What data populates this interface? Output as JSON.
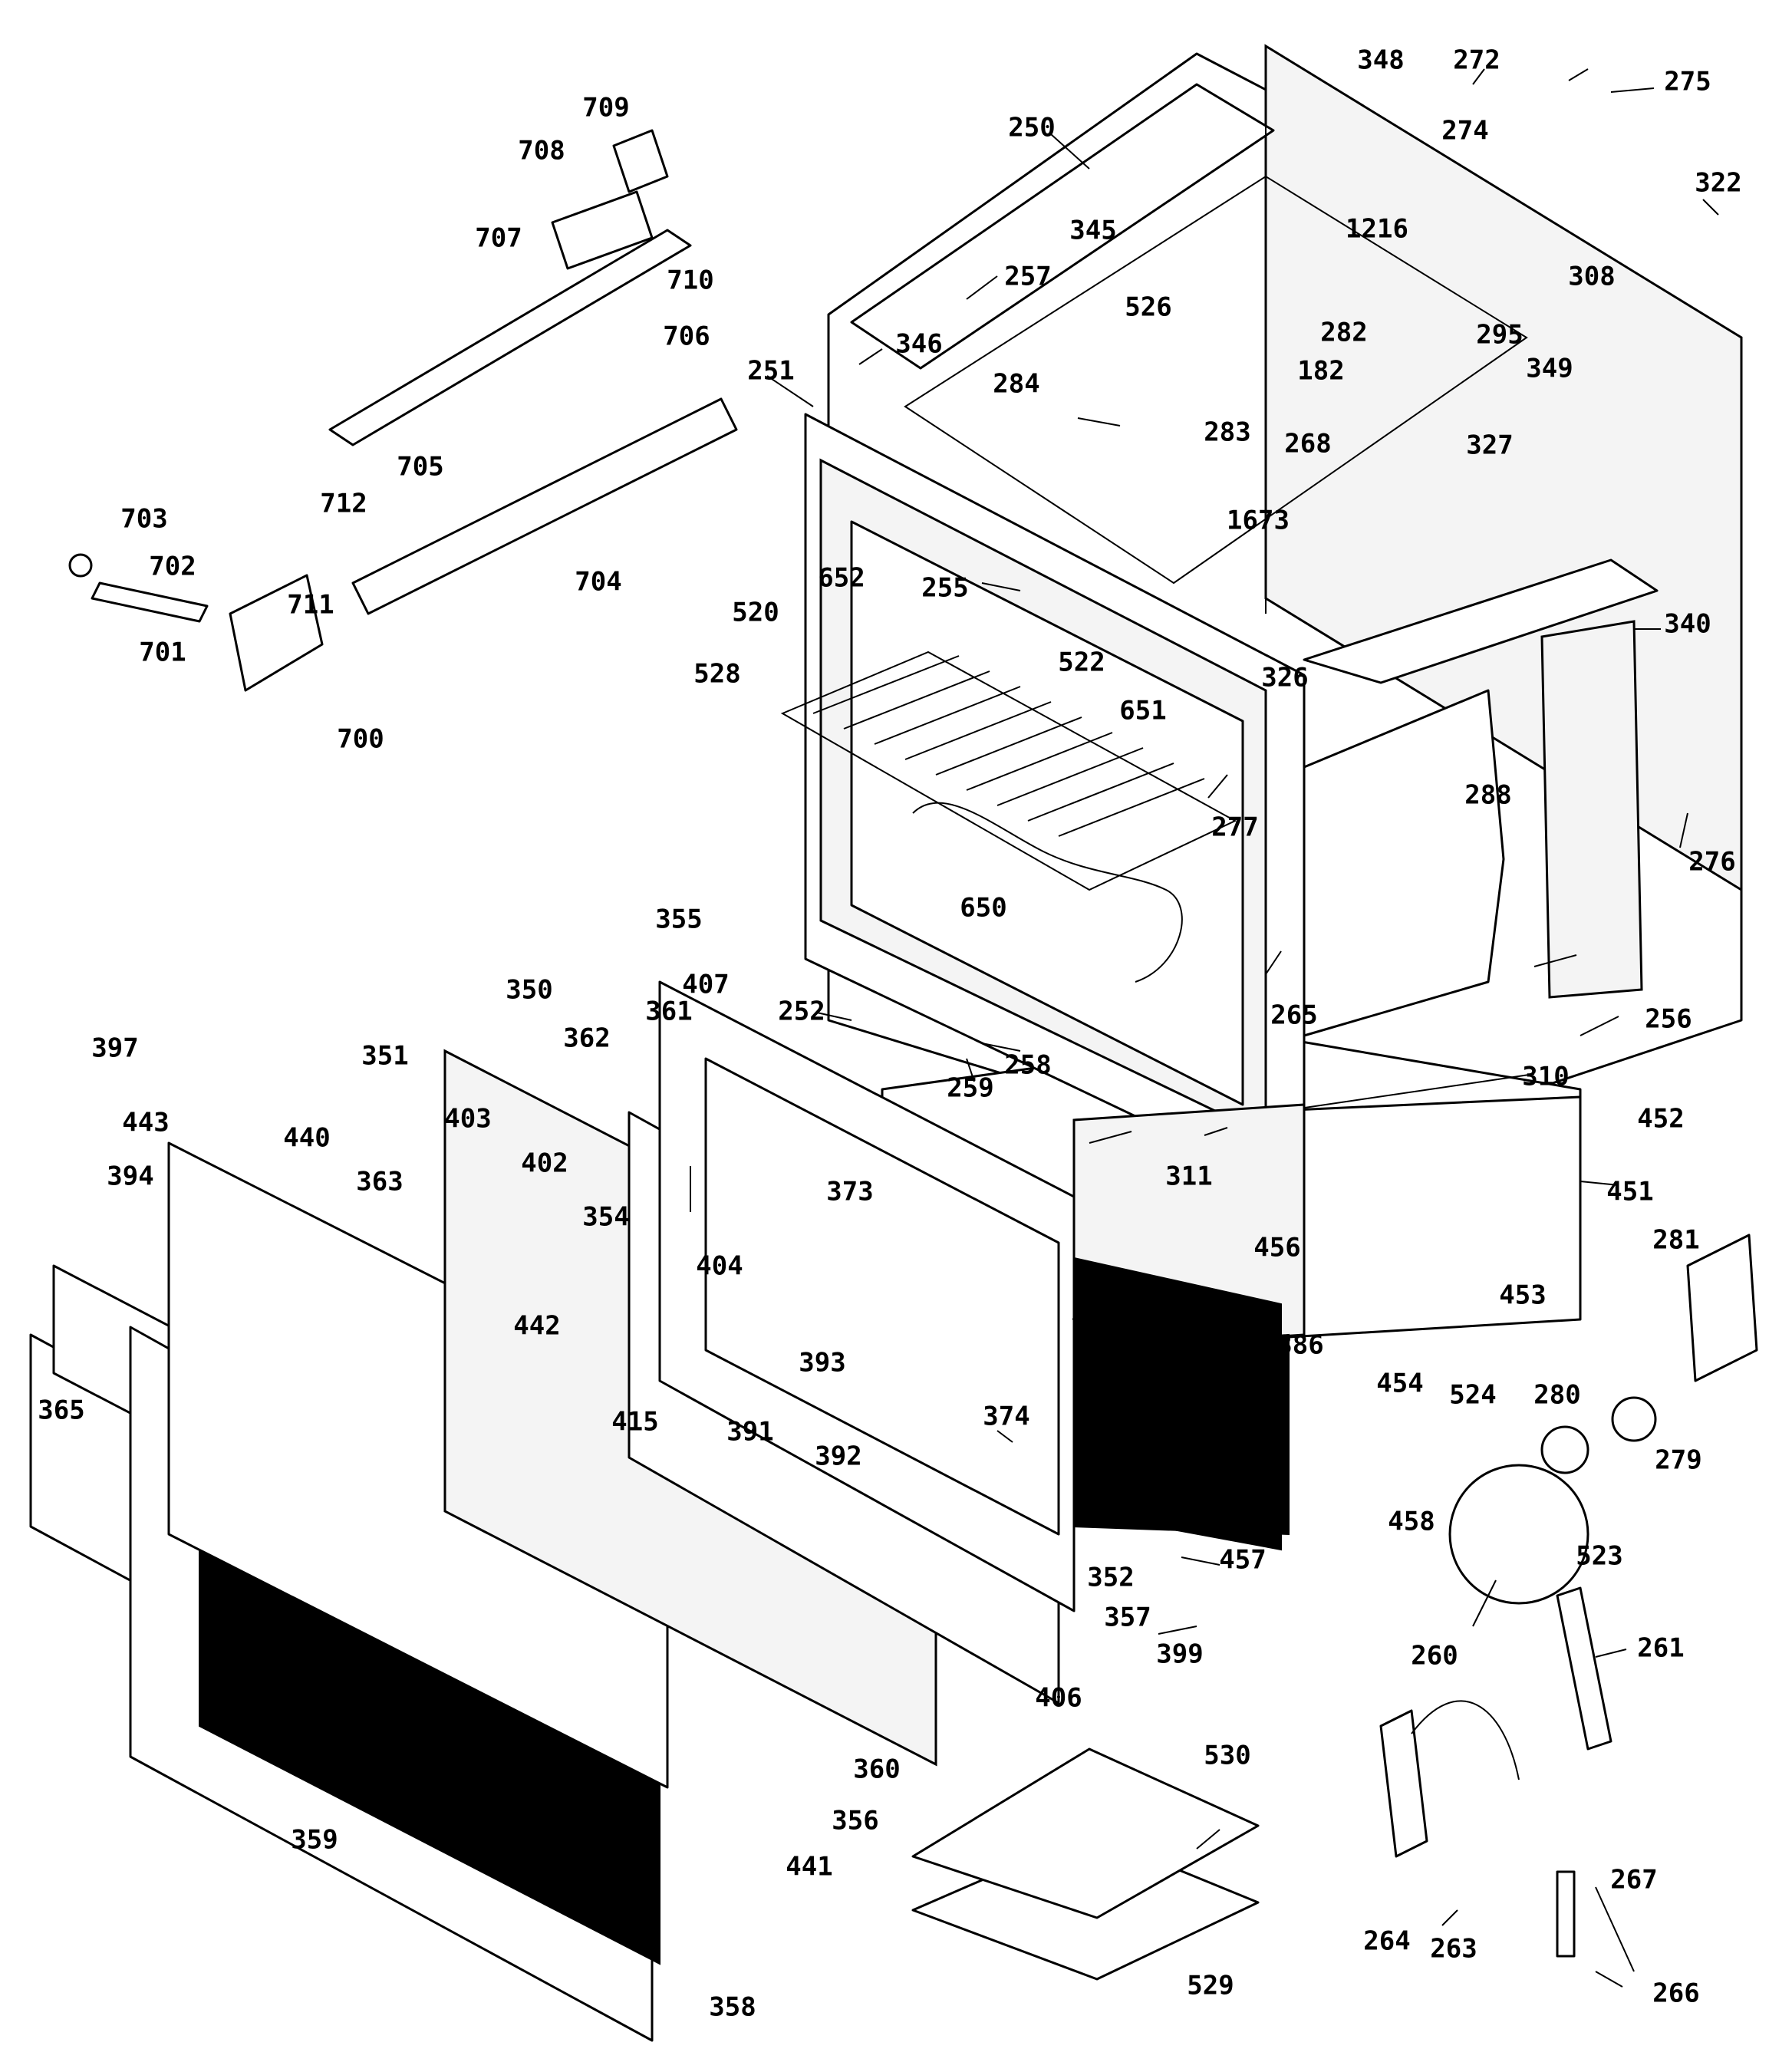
{
  "title": "",
  "callouts": [
    "250",
    "251",
    "252",
    "255",
    "256",
    "257",
    "258",
    "259",
    "260",
    "261",
    "263",
    "264",
    "265",
    "266",
    "267",
    "268",
    "272",
    "274",
    "275",
    "276",
    "277",
    "279",
    "280",
    "281",
    "282",
    "283",
    "284",
    "288",
    "295",
    "308",
    "310",
    "311",
    "322",
    "326",
    "327",
    "340",
    "345",
    "346",
    "348",
    "349",
    "350",
    "351",
    "352",
    "354",
    "355",
    "356",
    "357",
    "358",
    "359",
    "360",
    "361",
    "362",
    "363",
    "365",
    "373",
    "374",
    "386",
    "391",
    "392",
    "393",
    "394",
    "397",
    "399",
    "402",
    "403",
    "404",
    "406",
    "407",
    "415",
    "440",
    "441",
    "442",
    "443",
    "451",
    "452",
    "453",
    "454",
    "456",
    "457",
    "458",
    "520",
    "522",
    "523",
    "524",
    "526",
    "528",
    "529",
    "530",
    "650",
    "651",
    "652",
    "700",
    "701",
    "702",
    "703",
    "704",
    "705",
    "706",
    "707",
    "708",
    "709",
    "710",
    "711",
    "712",
    "1216",
    "1673",
    "182"
  ]
}
